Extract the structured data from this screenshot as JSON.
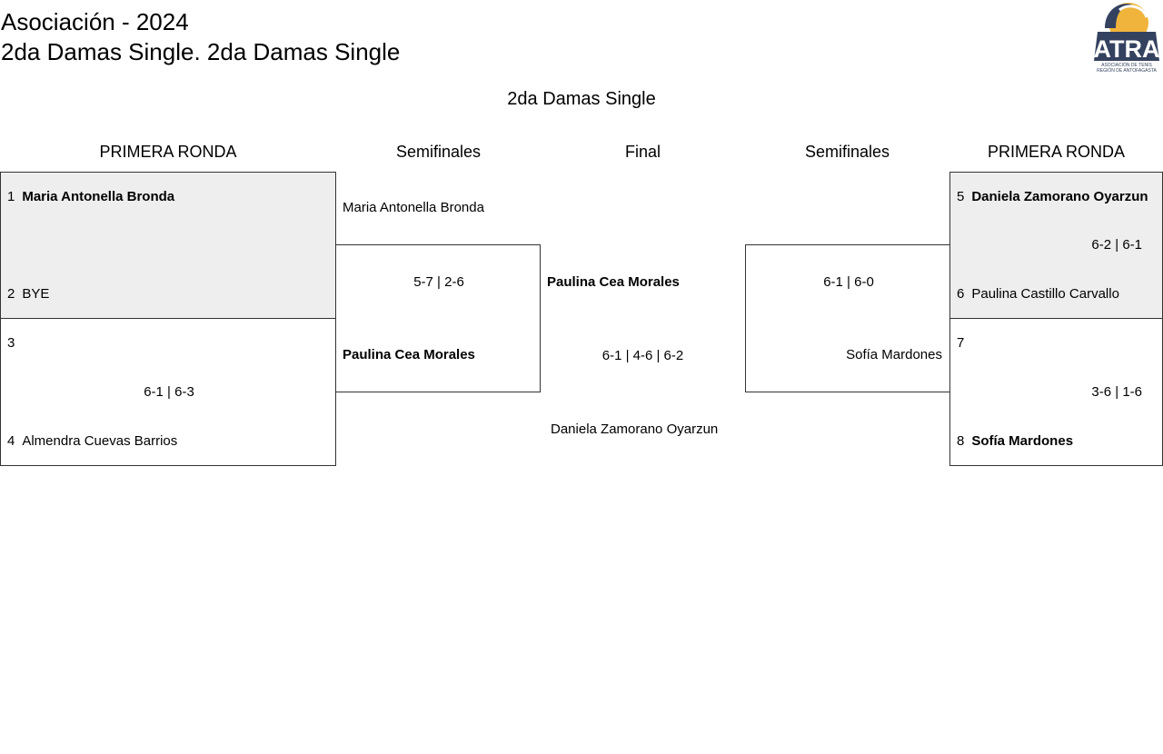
{
  "header": {
    "line1": "Asociación - 2024",
    "line2": "2da Damas Single. 2da Damas Single",
    "logo_text": "ATRA",
    "logo_subtext": "ASOCIACIÓN DE TENIS REGIÓN DE ANTOFAGASTA"
  },
  "draw_title": "2da Damas Single",
  "rounds": [
    "PRIMERA RONDA",
    "Semifinales",
    "Final",
    "Semifinales",
    "PRIMERA RONDA"
  ],
  "left_first_round": [
    {
      "p1_seed": "1",
      "p1": "Maria Antonella Bronda",
      "p2_seed": "2",
      "p2": "BYE",
      "score": ""
    },
    {
      "p1_seed": "3",
      "p1": "",
      "p2_seed": "4",
      "p2": "Almendra Cuevas Barrios",
      "score": "6-1 | 6-3"
    }
  ],
  "right_first_round": [
    {
      "p1_seed": "5",
      "p1": "Daniela Zamorano Oyarzun",
      "p2_seed": "6",
      "p2": "Paulina Castillo Carvallo",
      "score": "6-2 | 6-1"
    },
    {
      "p1_seed": "7",
      "p1": "",
      "p2_seed": "8",
      "p2": "Sofía Mardones",
      "score": "3-6 | 1-6"
    }
  ],
  "left_semifinal": {
    "p1": "Maria Antonella Bronda",
    "p2": "Paulina Cea Morales",
    "score": "5-7 | 2-6"
  },
  "right_semifinal": {
    "p1": "",
    "p2": "Sofía Mardones",
    "score": "6-1 | 6-0"
  },
  "final": {
    "p1": "Paulina Cea Morales",
    "p2": "Daniela Zamorano Oyarzun",
    "score": "6-1 | 4-6 | 6-2"
  },
  "colors": {
    "winner_box_bg": "#eeeeee",
    "logo_navy": "#34425f",
    "logo_ball": "#f0b43c"
  }
}
